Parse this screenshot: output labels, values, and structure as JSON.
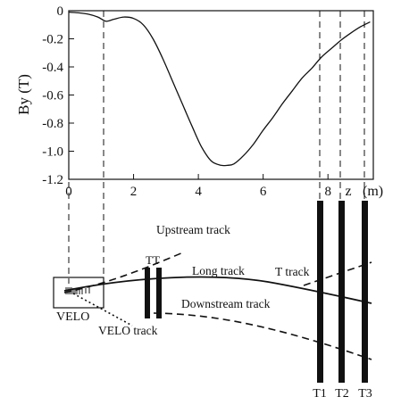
{
  "chart_data": {
    "type": "line",
    "title": "",
    "ylabel": "By (T)",
    "xlabel": "z",
    "x_unit": "(m)",
    "xlim": [
      0,
      9.4
    ],
    "ylim": [
      -1.2,
      0
    ],
    "x_ticks": [
      0,
      2,
      4,
      6,
      8
    ],
    "y_ticks": [
      0,
      -0.2,
      -0.4,
      -0.6,
      -0.8,
      -1.0,
      -1.2
    ],
    "grid": false,
    "series": [
      {
        "x": [
          0,
          0.3,
          0.6,
          0.9,
          1.15,
          1.4,
          1.7,
          2.0,
          2.3,
          2.6,
          2.9,
          3.2,
          3.5,
          3.8,
          4.1,
          4.4,
          4.7,
          4.9,
          5.1,
          5.4,
          5.7,
          6.0,
          6.3,
          6.6,
          6.9,
          7.2,
          7.5,
          7.8,
          8.1,
          8.4,
          8.7,
          9.0,
          9.3
        ],
        "values": [
          -0.01,
          -0.015,
          -0.025,
          -0.045,
          -0.075,
          -0.06,
          -0.045,
          -0.055,
          -0.1,
          -0.2,
          -0.34,
          -0.5,
          -0.66,
          -0.82,
          -0.97,
          -1.07,
          -1.1,
          -1.1,
          -1.09,
          -1.03,
          -0.95,
          -0.85,
          -0.76,
          -0.66,
          -0.57,
          -0.48,
          -0.41,
          -0.33,
          -0.27,
          -0.21,
          -0.16,
          -0.115,
          -0.08
        ]
      }
    ],
    "reference_lines_z": [
      1.05,
      7.85,
      8.5,
      9.25
    ]
  },
  "diagram": {
    "labels": {
      "upstream": "Upstream track",
      "tt": "TT",
      "long": "Long track",
      "t_track": "T track",
      "downstream": "Downstream track",
      "velo": "VELO",
      "velo_track": "VELO track",
      "t1": "T1",
      "t2": "T2",
      "t3": "T3"
    }
  }
}
